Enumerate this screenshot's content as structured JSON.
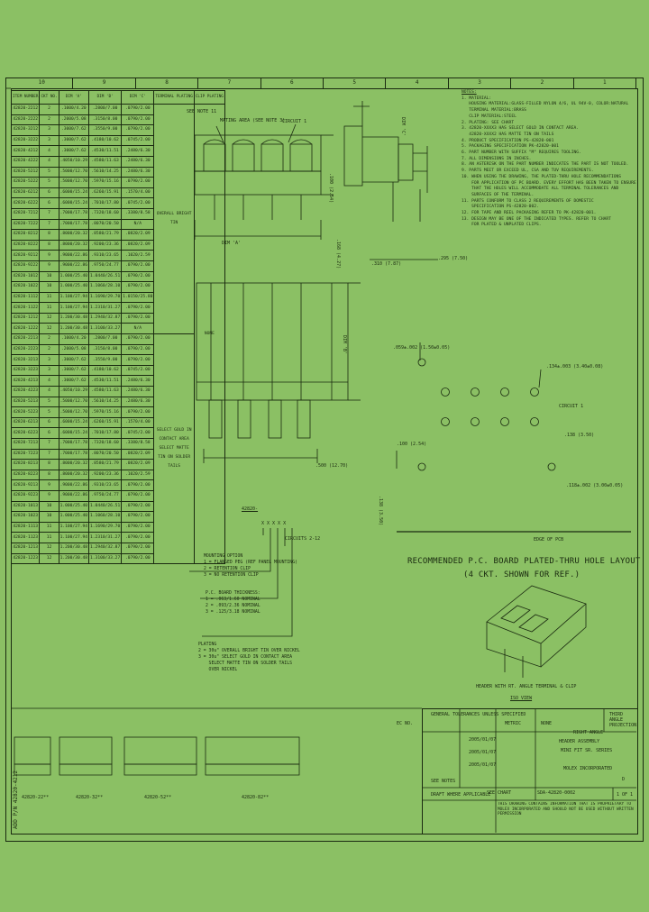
{
  "zones_top": [
    "10",
    "9",
    "8",
    "7",
    "6",
    "5",
    "4",
    "3",
    "2",
    "1"
  ],
  "table": {
    "headers": [
      "ITEM NUMBER",
      "CKT NO.",
      "DIM 'A'",
      "DIM 'B'",
      "DIM 'C'",
      "TERMINAL PLATING",
      "CLIP PLATING"
    ],
    "rows": [
      [
        "42820-2212",
        "2",
        ".1000/4.20",
        ".2800/7.00",
        ".0790/2.00"
      ],
      [
        "42820-2222",
        "2",
        ".2000/5.08",
        ".3150/8.00",
        ".0790/2.00"
      ],
      [
        "42820-3212",
        "3",
        ".3000/7.62",
        ".3550/9.00",
        ".0790/2.00"
      ],
      [
        "42820-3222",
        "3",
        ".3000/7.62",
        ".4180/10.62",
        ".0745/2.00"
      ],
      [
        "42820-4212",
        "4",
        ".3000/7.62",
        ".4530/11.51",
        ".2480/6.30"
      ],
      [
        "42820-4222",
        "4",
        ".4050/10.29",
        ".4580/11.63",
        ".2480/6.30"
      ],
      [
        "42820-5212",
        "5",
        ".5000/12.70",
        ".5610/14.25",
        ".2480/6.30"
      ],
      [
        "42820-5222",
        "5",
        ".5000/12.70",
        ".5970/15.16",
        ".0790/2.00"
      ],
      [
        "42820-6212",
        "6",
        ".6000/15.24",
        ".6260/15.91",
        ".1570/4.00"
      ],
      [
        "42820-6222",
        "6",
        ".6000/15.24",
        ".7010/17.80",
        ".0745/2.00"
      ],
      [
        "42820-7212",
        "7",
        ".7000/17.78",
        ".7320/18.60",
        ".3380/8.58"
      ],
      [
        "42820-7222",
        "7",
        ".7000/17.78",
        ".8070/20.50",
        "N/A"
      ],
      [
        "42820-8212",
        "8",
        ".8000/20.32",
        ".8580/21.79",
        ".0820/2.09"
      ],
      [
        "42820-8222",
        "8",
        ".8000/20.32",
        ".9200/23.36",
        ".0820/2.09"
      ],
      [
        "42820-9212",
        "9",
        ".9000/22.86",
        ".9310/23.65",
        ".1020/2.59"
      ],
      [
        "42820-9222",
        "9",
        ".9000/22.86",
        ".9750/24.77",
        ".0790/2.00"
      ],
      [
        "42820-1012",
        "10",
        "1.000/25.40",
        "1.0440/26.51",
        ".0790/2.00"
      ],
      [
        "42820-1022",
        "10",
        "1.000/25.40",
        "1.1060/28.10",
        ".0790/2.00"
      ],
      [
        "42820-1112",
        "11",
        "1.100/27.94",
        "1.1690/29.70",
        "1.0150/25.80"
      ],
      [
        "42820-1122",
        "11",
        "1.100/27.94",
        "1.2310/31.27",
        ".0790/2.00"
      ],
      [
        "42820-1212",
        "12",
        "1.200/30.48",
        "1.2940/32.87",
        ".0790/2.00"
      ],
      [
        "42820-1222",
        "12",
        "1.200/30.48",
        "1.3100/33.27",
        "N/A"
      ],
      [
        "42820-2213",
        "2",
        ".1000/4.20",
        ".2800/7.00",
        ".0790/2.00"
      ],
      [
        "42820-2223",
        "2",
        ".2000/5.08",
        ".3150/8.00",
        ".0790/2.00"
      ],
      [
        "42820-3213",
        "3",
        ".3000/7.62",
        ".3550/9.00",
        ".0790/2.00"
      ],
      [
        "42820-3223",
        "3",
        ".3000/7.62",
        ".4180/10.62",
        ".0745/2.00"
      ],
      [
        "42820-4213",
        "4",
        ".3000/7.62",
        ".4530/11.51",
        ".2480/6.30"
      ],
      [
        "42820-4223",
        "4",
        ".4050/10.29",
        ".4580/11.63",
        ".2480/6.30"
      ],
      [
        "42820-5213",
        "5",
        ".5000/12.70",
        ".5610/14.25",
        ".2480/6.30"
      ],
      [
        "42820-5223",
        "5",
        ".5000/12.70",
        ".5970/15.16",
        ".0790/2.00"
      ],
      [
        "42820-6213",
        "6",
        ".6000/15.24",
        ".6260/15.91",
        ".1570/4.00"
      ],
      [
        "42820-6223",
        "6",
        ".6000/15.24",
        ".7010/17.80",
        ".0745/2.00"
      ],
      [
        "42820-7213",
        "7",
        ".7000/17.78",
        ".7320/18.60",
        ".3380/8.58"
      ],
      [
        "42820-7223",
        "7",
        ".7000/17.78",
        ".8070/20.50",
        ".0820/2.09"
      ],
      [
        "42820-8213",
        "8",
        ".8000/20.32",
        ".8580/21.79",
        ".0820/2.09"
      ],
      [
        "42820-8223",
        "8",
        ".8000/20.32",
        ".9200/23.36",
        ".1020/2.59"
      ],
      [
        "42820-9213",
        "9",
        ".9000/22.86",
        ".9310/23.65",
        ".0790/2.00"
      ],
      [
        "42820-9223",
        "9",
        ".9000/22.86",
        ".9750/24.77",
        ".0790/2.00"
      ],
      [
        "42820-1013",
        "10",
        "1.000/25.40",
        "1.0440/26.51",
        ".0790/2.00"
      ],
      [
        "42820-1023",
        "10",
        "1.000/25.40",
        "1.1060/28.10",
        ".0790/2.00"
      ],
      [
        "42820-1113",
        "11",
        "1.100/27.94",
        "1.1690/29.70",
        ".0790/2.00"
      ],
      [
        "42820-1123",
        "11",
        "1.100/27.94",
        "1.2310/31.27",
        ".0790/2.00"
      ],
      [
        "42820-1213",
        "12",
        "1.200/30.48",
        "1.2940/32.87",
        ".0790/2.00"
      ],
      [
        "42820-1223",
        "12",
        "1.200/30.48",
        "1.3100/33.27",
        ".0790/2.00"
      ]
    ],
    "plating_group1": "OVERALL BRIGHT TIN",
    "plating_group2": "SELECT GOLD IN CONTACT AREA SELECT MATTE TIN ON SOLDER TAILS",
    "plating_group3": "SELECT GOLD IN CONTACT AREA SELECT MATTE TIN ON SOLDER TAILS",
    "clip_plating": "NONE",
    "na": "N/A"
  },
  "notes": {
    "title": "NOTES:",
    "lines": [
      "1. MATERIAL:",
      "   HOUSING MATERIAL:GLASS-FILLED NYLON 4/6, UL 94V-0, COLOR:NATURAL",
      "   TERMINAL MATERIAL:BRASS",
      "   CLIP MATERIAL:STEEL",
      "2. PLATING: SEE CHART",
      "3. 42820-XXXX3 HAS SELECT GOLD IN CONTACT AREA.",
      "   42820-XXXX2 HAS MATTE TIN ON TAILS",
      "4. PRODUCT SPECIFICATION PS-42820-001",
      "5. PACKAGING SPECIFICATION PK-42820-001",
      "6. PART NUMBER WITH SUFFIX \"M\" REQUIRES TOOLING.",
      "7. ALL DIMENSIONS IN INCHES.",
      "8. AN ASTERISK ON THE PART NUMBER INDICATES THE PART IS NOT TOOLED.",
      "9. PARTS MEET OR EXCEED UL, CSA AND TUV REQUIREMENTS.",
      "10. WHEN USING THE DRAWING, THE PLATED-THRU HOLE RECOMMENDATIONS",
      "    FOR APPLICATION OF PC BOARD. EVERY EFFORT HAS BEEN TAKEN TO ENSURE",
      "    THAT THE HOLES WILL ACCOMMODATE ALL TERMINAL TOLERANCES AND",
      "    SURFACES OF THE TERMINAL.",
      "11. PARTS CONFORM TO CLASS 2 REQUIREMENTS OF DOMESTIC",
      "    SPECIFICATION PS-42820-002.",
      "12. FOR TAPE AND REEL PACKAGING REFER TO PK-42820-001.",
      "13. DESIGN MAY BE ONE OF THE INDICATED TYPES. REFER TO CHART",
      "    FOR PLATED & UNPLATED CLIPS."
    ]
  },
  "drawing": {
    "see_note": "SEE NOTE 11",
    "mating_area": "MATING AREA (SEE NOTE 3)",
    "circuit_1": "CIRCUIT 1",
    "dim_a": "DIM 'A'",
    "dim_b": "DIM 'B'",
    "dim_c": "DIM 'C'",
    "dim_1": ".310 (7.87)",
    "dim_2": ".168 (4.27)",
    "dim_3": ".500 (12.70)",
    "dim_4": ".295 (7.50)",
    "dim_5": ".100 (2.54)",
    "dim_6": ".138 (3.50)",
    "hole_1": ".134±.003 (3.40±0.08)",
    "hole_2": ".059±.002 (1.50±0.05)",
    "hole_3": ".118±.002 (3.00±0.05)",
    "circuit_label": "CIRCUIT 1",
    "edge": "EDGE OF PCB",
    "pcb_title": "RECOMMENDED P.C. BOARD PLATED-THRU HOLE LAYOUT",
    "pcb_sub": "(4 CKT. SHOWN FOR REF.)",
    "iso_caption": "HEADER WITH RT. ANGLE TERMINAL & CLIP",
    "iso_view": "ISO VIEW",
    "pn_label": "42820-",
    "pn_code": "X X X X X",
    "pn_circuits": "CIRCUITS 2-12",
    "mounting": [
      "MOUNTING OPTION",
      "1 = FLANGED PEG (REF PANEL MOUNTING)",
      "2 = RETENTION CLIP",
      "3 = NO RETENTION CLIP"
    ],
    "thickness": [
      "P.C. BOARD THICKNESS:",
      "1 = .063/1.60 NOMINAL",
      "2 = .093/2.36 NOMINAL",
      "3 = .125/3.18 NOMINAL"
    ],
    "plating": [
      "PLATING",
      "2 = 30u\" OVERALL BRIGHT TIN OVER NICKEL",
      "3 = 30u\" SELECT GOLD IN CONTACT AREA",
      "    SELECT MATTE TIN ON SOLDER TAILS",
      "    OVER NICKEL"
    ]
  },
  "bottom_views": [
    "42820-22**",
    "42820-32**",
    "42820-52**",
    "42820-82**"
  ],
  "title_block": {
    "desc": [
      "RIGHT ANGLE",
      "HEADER ASSEMBLY",
      "MINI FIT SR. SERIES"
    ],
    "company": "MOLEX INCORPORATED",
    "doc_no": "SDA-42820-0002",
    "sheet": "1 OF 1",
    "scale": "NONE",
    "units": "METRIC",
    "projection": "THIRD ANGLE PROJECTION",
    "chart": "SEE CHART",
    "material": "SEE NOTES",
    "draft_label": "DRAFT WHERE APPLICABLE",
    "tol_label": "GENERAL TOLERANCES UNLESS SPECIFIED",
    "confidential": "THIS DRAWING CONTAINS INFORMATION THAT IS PROPRIETARY TO MOLEX INCORPORATED AND SHOULD NOT BE USED WITHOUT WRITTEN PERMISSION",
    "dates": [
      "2005/01/07",
      "2005/01/07",
      "2005/01/07"
    ],
    "ec": "EC NO.",
    "rev": "D",
    "side_text": "ADD P/N 42820-4212"
  }
}
